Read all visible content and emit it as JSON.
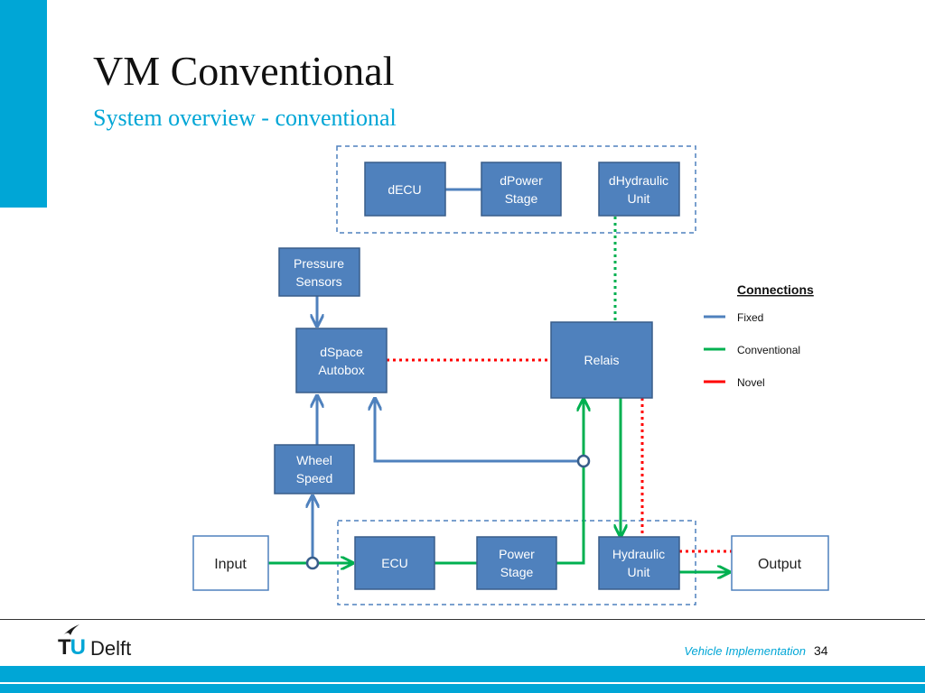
{
  "slide": {
    "title": "VM Conventional",
    "subtitle": "System overview - conventional",
    "footer_text": "Vehicle Implementation",
    "page_number": "34",
    "accent_color": "#00a6d6"
  },
  "logo": {
    "tu": "TU",
    "delft": "Delft"
  },
  "diagram": {
    "boxes": {
      "decu": [
        "dECU"
      ],
      "dpower": [
        "dPower",
        "Stage"
      ],
      "dhydraulic": [
        "dHydraulic",
        "Unit"
      ],
      "pressure": [
        "Pressure",
        "Sensors"
      ],
      "dspace": [
        "dSpace",
        "Autobox"
      ],
      "relais": [
        "Relais"
      ],
      "wheel": [
        "Wheel",
        "Speed"
      ],
      "ecu": [
        "ECU"
      ],
      "power": [
        "Power",
        "Stage"
      ],
      "hydraulic": [
        "Hydraulic",
        "Unit"
      ],
      "input": [
        "Input"
      ],
      "output": [
        "Output"
      ]
    },
    "legend": {
      "title": "Connections",
      "items": [
        {
          "label": "Fixed",
          "color": "#4f81bd"
        },
        {
          "label": "Conventional",
          "color": "#00b050"
        },
        {
          "label": "Novel",
          "color": "#ff0000"
        }
      ]
    },
    "colors": {
      "box_fill": "#4f81bd",
      "box_stroke": "#385d8a",
      "fixed": "#4f81bd",
      "conventional": "#00b050",
      "novel": "#ff0000"
    }
  }
}
